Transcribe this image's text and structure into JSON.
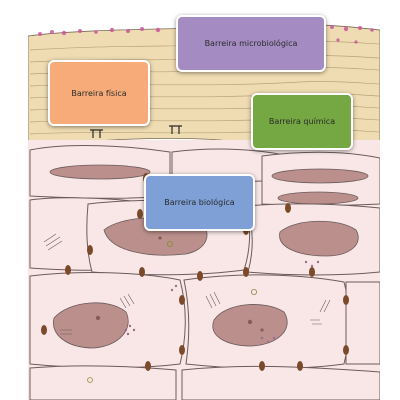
{
  "labels": {
    "microbiologica": {
      "text": "Barreira microbiológica",
      "color": "#a48cc3"
    },
    "fisica": {
      "text": "Barreira física",
      "color": "#f6ab79"
    },
    "quimica": {
      "text": "Barreira química",
      "color": "#75a843"
    },
    "biologica": {
      "text": "Barreira biológica",
      "color": "#7ea0d6"
    }
  },
  "colors": {
    "cell_fill": "#f8e7e6",
    "nucleus": "#ba8f8c",
    "outline": "#6b5b5b",
    "stratum_corneum": "#efdcb2",
    "junction": "#7a4a2a",
    "microbes": "#c9579b"
  }
}
